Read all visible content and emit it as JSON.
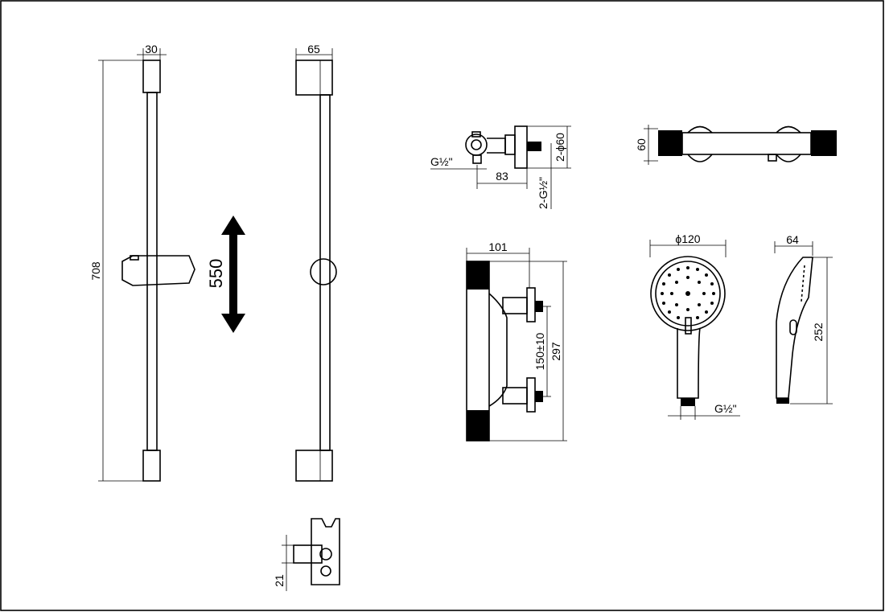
{
  "drawing": {
    "rail_front": {
      "width_label": "30",
      "height_label": "708"
    },
    "adjust_range_label": "550",
    "rail_side": {
      "depth_label": "65"
    },
    "holder": {
      "offset_label": "21"
    },
    "valve_side": {
      "inlet_label": "G½\"",
      "length_label": "83",
      "escutcheon_label": "2-ϕ60",
      "connection_label": "2-G½\""
    },
    "valve_top": {
      "depth_label": "60"
    },
    "valve_front": {
      "projection_label": "101",
      "centers_label": "150±10",
      "height_label": "297"
    },
    "hand_shower_front": {
      "diameter_label": "ϕ120",
      "thread_label": "G½\""
    },
    "hand_shower_side": {
      "depth_label": "64",
      "length_label": "252"
    }
  }
}
